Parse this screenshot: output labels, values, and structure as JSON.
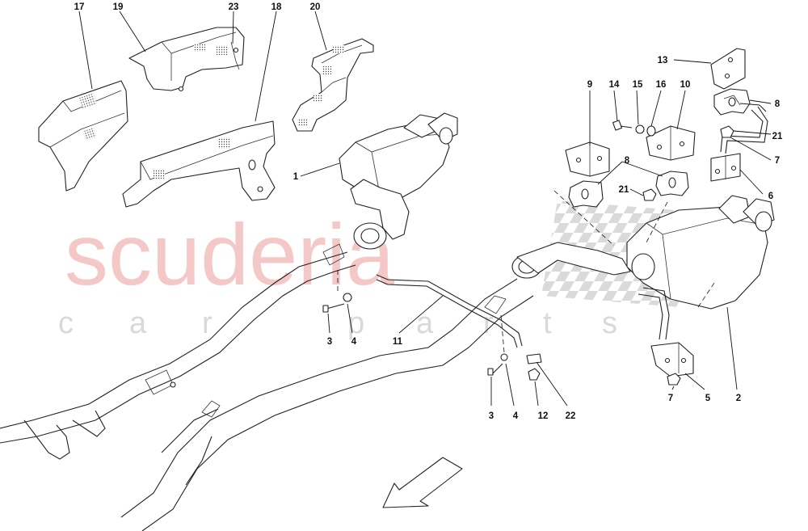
{
  "watermark": {
    "brand": "scuderia",
    "subtitle_letters": [
      "c",
      "a",
      "r",
      "p",
      "a",
      "r",
      "t",
      "s"
    ],
    "brand_color": "#f2b6b6",
    "checker_color": "#d6d6d6"
  },
  "callouts": [
    {
      "id": "c17",
      "label": "17"
    },
    {
      "id": "c19",
      "label": "19"
    },
    {
      "id": "c23",
      "label": "23"
    },
    {
      "id": "c18",
      "label": "18"
    },
    {
      "id": "c20",
      "label": "20"
    },
    {
      "id": "c13",
      "label": "13"
    },
    {
      "id": "c9",
      "label": "9"
    },
    {
      "id": "c14",
      "label": "14"
    },
    {
      "id": "c15",
      "label": "15"
    },
    {
      "id": "c16",
      "label": "16"
    },
    {
      "id": "c10",
      "label": "10"
    },
    {
      "id": "c8a",
      "label": "8"
    },
    {
      "id": "c8b",
      "label": "8"
    },
    {
      "id": "c21a",
      "label": "21"
    },
    {
      "id": "c21b",
      "label": "21"
    },
    {
      "id": "c7a",
      "label": "7"
    },
    {
      "id": "c6",
      "label": "6"
    },
    {
      "id": "c1",
      "label": "1"
    },
    {
      "id": "c3a",
      "label": "3"
    },
    {
      "id": "c4a",
      "label": "4"
    },
    {
      "id": "c11",
      "label": "11"
    },
    {
      "id": "c3b",
      "label": "3"
    },
    {
      "id": "c4b",
      "label": "4"
    },
    {
      "id": "c12",
      "label": "12"
    },
    {
      "id": "c22",
      "label": "22"
    },
    {
      "id": "c7b",
      "label": "7"
    },
    {
      "id": "c5",
      "label": "5"
    },
    {
      "id": "c2",
      "label": "2"
    }
  ]
}
